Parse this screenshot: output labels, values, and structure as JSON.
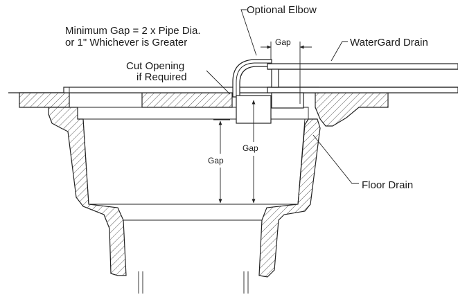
{
  "labels": {
    "optional_elbow": "Optional Elbow",
    "min_gap_line1": "Minimum Gap = 2 x Pipe Dia.",
    "min_gap_line2": "or 1\" Whichever is Greater",
    "gap_top": "Gap",
    "watergard_drain": "WaterGard Drain",
    "cut_opening_line1": "Cut Opening",
    "cut_opening_line2": "if Required",
    "gap_left": "Gap",
    "gap_center": "Gap",
    "floor_drain": "Floor Drain"
  }
}
